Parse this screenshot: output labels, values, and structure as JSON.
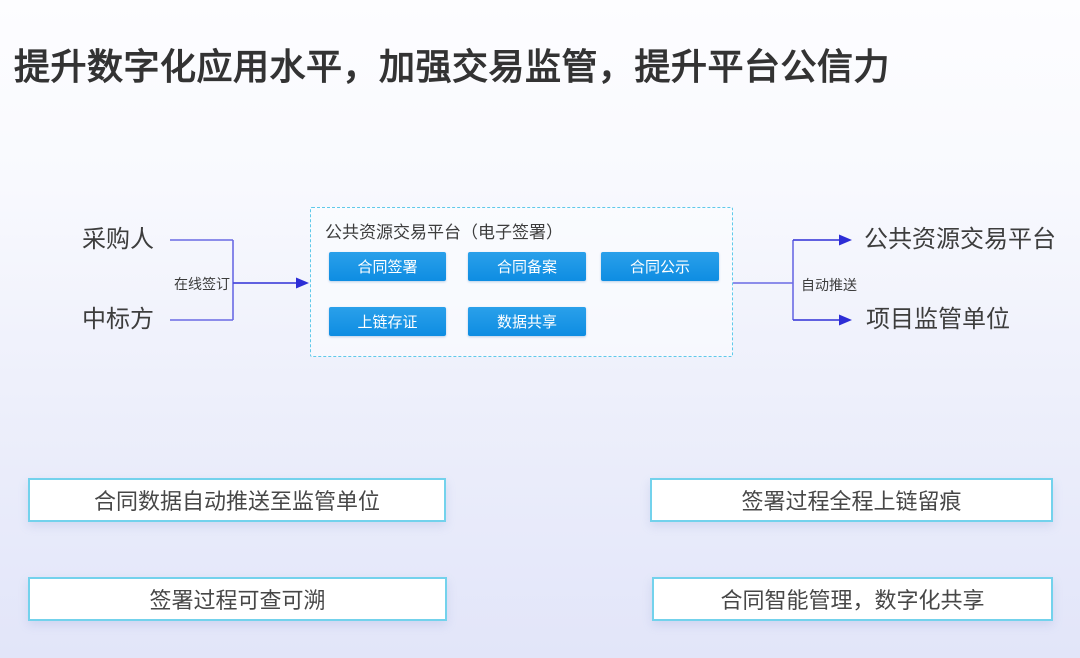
{
  "title": "提升数字化应用水平，加强交易监管，提升平台公信力",
  "flow": {
    "left_nodes": [
      {
        "label": "采购人"
      },
      {
        "label": "中标方"
      }
    ],
    "left_edge_label": "在线签订",
    "platform": {
      "title": "公共资源交易平台（电子签署）",
      "modules": [
        "合同签署",
        "合同备案",
        "合同公示",
        "上链存证",
        "数据共享"
      ]
    },
    "right_edge_label": "自动推送",
    "right_nodes": [
      {
        "label": "公共资源交易平台"
      },
      {
        "label": "项目监管单位"
      }
    ]
  },
  "features": [
    "合同数据自动推送至监管单位",
    "签署过程全程上链留痕",
    "签署过程可查可溯",
    "合同智能管理，数字化共享"
  ],
  "colors": {
    "module_button_blue": "#1594e4",
    "connector_purple": "#6262e2",
    "arrowhead_blue": "#2d2dd6",
    "panel_border_blue": "#5fc9ea",
    "feature_border_blue": "#73d2ec",
    "title_text": "#333333",
    "background_top": "#fdfdff",
    "background_bottom": "#e2e5f9"
  }
}
